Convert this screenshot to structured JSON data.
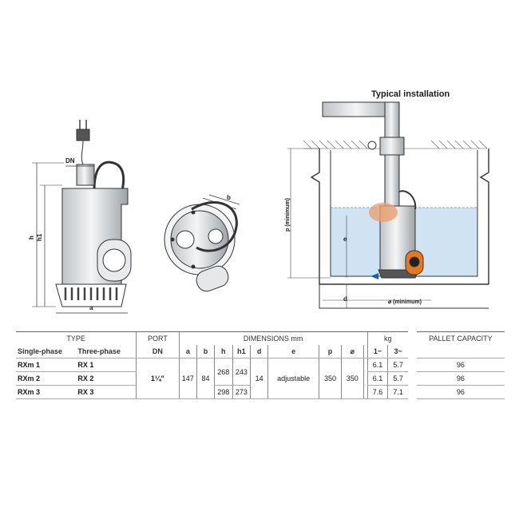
{
  "title": "Typical installation",
  "drawing_labels": {
    "dn": "DN",
    "h": "h",
    "h1": "h1",
    "a": "a",
    "b": "b",
    "p": "p (minimum)",
    "e": "e",
    "d": "d",
    "diam": "⌀ (minimum)"
  },
  "table": {
    "group_headers": {
      "type": "TYPE",
      "port": "PORT",
      "dimensions": "DIMENSIONS mm",
      "kg": "kg",
      "pallet": "PALLET CAPACITY"
    },
    "sub_headers": {
      "single_phase": "Single-phase",
      "three_phase": "Three-phase",
      "dn": "DN",
      "a": "a",
      "b": "b",
      "h": "h",
      "h1": "h1",
      "d": "d",
      "e": "e",
      "p": "p",
      "diam": "⌀",
      "kg1": "1~",
      "kg3": "3~"
    },
    "rows": [
      {
        "single": "RXm 1",
        "three": "RX 1",
        "kg1": "6.1",
        "kg3": "5.7",
        "pallet": "96"
      },
      {
        "single": "RXm 2",
        "three": "RX 2",
        "kg1": "6.1",
        "kg3": "5.7",
        "pallet": "96"
      },
      {
        "single": "RXm 3",
        "three": "RX 3",
        "kg1": "7.6",
        "kg3": "7.1",
        "pallet": "96"
      }
    ],
    "merged": {
      "dn": "1¼\"",
      "a": "147",
      "b": "84",
      "h_12": "268",
      "h1_12": "243",
      "h_3": "298",
      "h1_3": "273",
      "d": "14",
      "e": "adjustable",
      "p": "350",
      "diam": "350"
    }
  },
  "colors": {
    "water": "#cfe3f2",
    "float": "#e8781e",
    "line": "#333333"
  }
}
